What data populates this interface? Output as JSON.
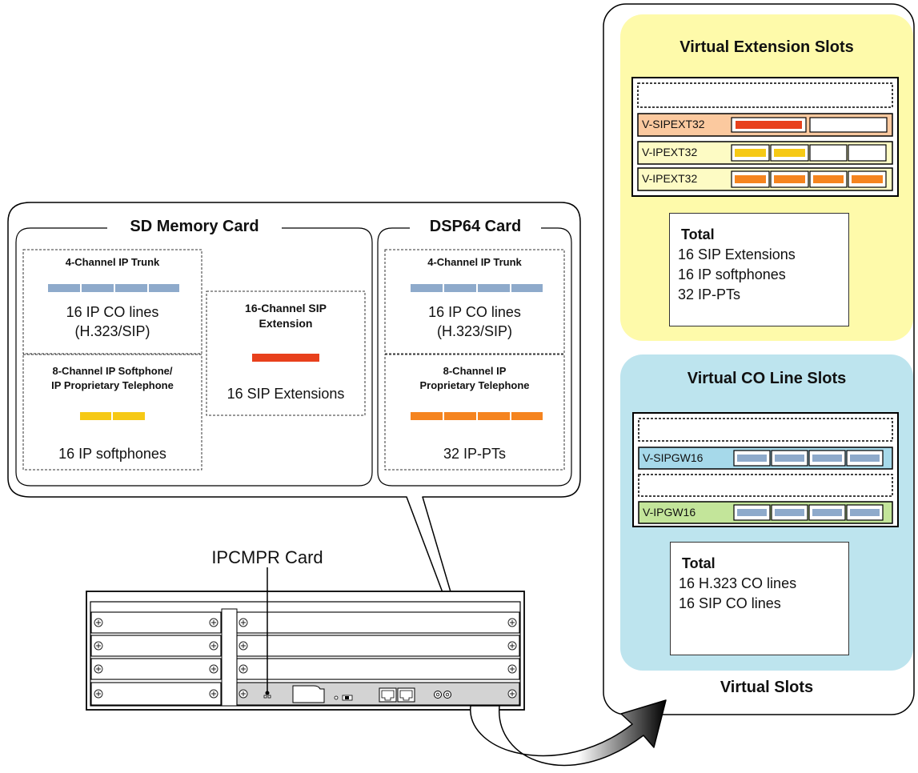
{
  "sd_card": {
    "title": "SD Memory Card",
    "trunk_title": "4-Channel IP Trunk",
    "trunk_line1": "16 IP CO lines",
    "trunk_line2": "(H.323/SIP)",
    "softphone_title1": "8-Channel IP Softphone/",
    "softphone_title2": "IP Proprietary Telephone",
    "softphone_text": "16 IP softphones",
    "sip_title1": "16-Channel SIP",
    "sip_title2": "Extension",
    "sip_text": "16 SIP Extensions"
  },
  "dsp_card": {
    "title": "DSP64 Card",
    "trunk_title": "4-Channel IP Trunk",
    "trunk_line1": "16 IP CO lines",
    "trunk_line2": "(H.323/SIP)",
    "pt_title1": "8-Channel IP",
    "pt_title2": "Proprietary Telephone",
    "pt_text": "32 IP-PTs"
  },
  "ipcmpr_label": "IPCMPR Card",
  "virtual": {
    "bottom_title": "Virtual Slots",
    "ext": {
      "title": "Virtual Extension Slots",
      "slots": [
        "V-SIPEXT32",
        "V-IPEXT32",
        "V-IPEXT32"
      ],
      "total_title": "Total",
      "total_lines": [
        "16 SIP Extensions",
        "16 IP softphones",
        "32 IP-PTs"
      ]
    },
    "co": {
      "title": "Virtual CO Line Slots",
      "slots": [
        "V-SIPGW16",
        "V-IPGW16"
      ],
      "total_title": "Total",
      "total_lines": [
        "16 H.323 CO lines",
        "16 SIP CO lines"
      ]
    }
  },
  "colors": {
    "trunk_blue": "#8eaacb",
    "sip_red": "#e8401c",
    "softphone_yellow": "#f6c915",
    "pt_orange": "#f5841f",
    "ext_panel": "#fefaaa",
    "co_panel": "#bde4ee",
    "sipext_slot": "#fbc99f",
    "ipext_slot": "#fdfbc4",
    "sipgw_slot": "#a6d9ea",
    "ipgw_slot": "#c3e59a"
  }
}
